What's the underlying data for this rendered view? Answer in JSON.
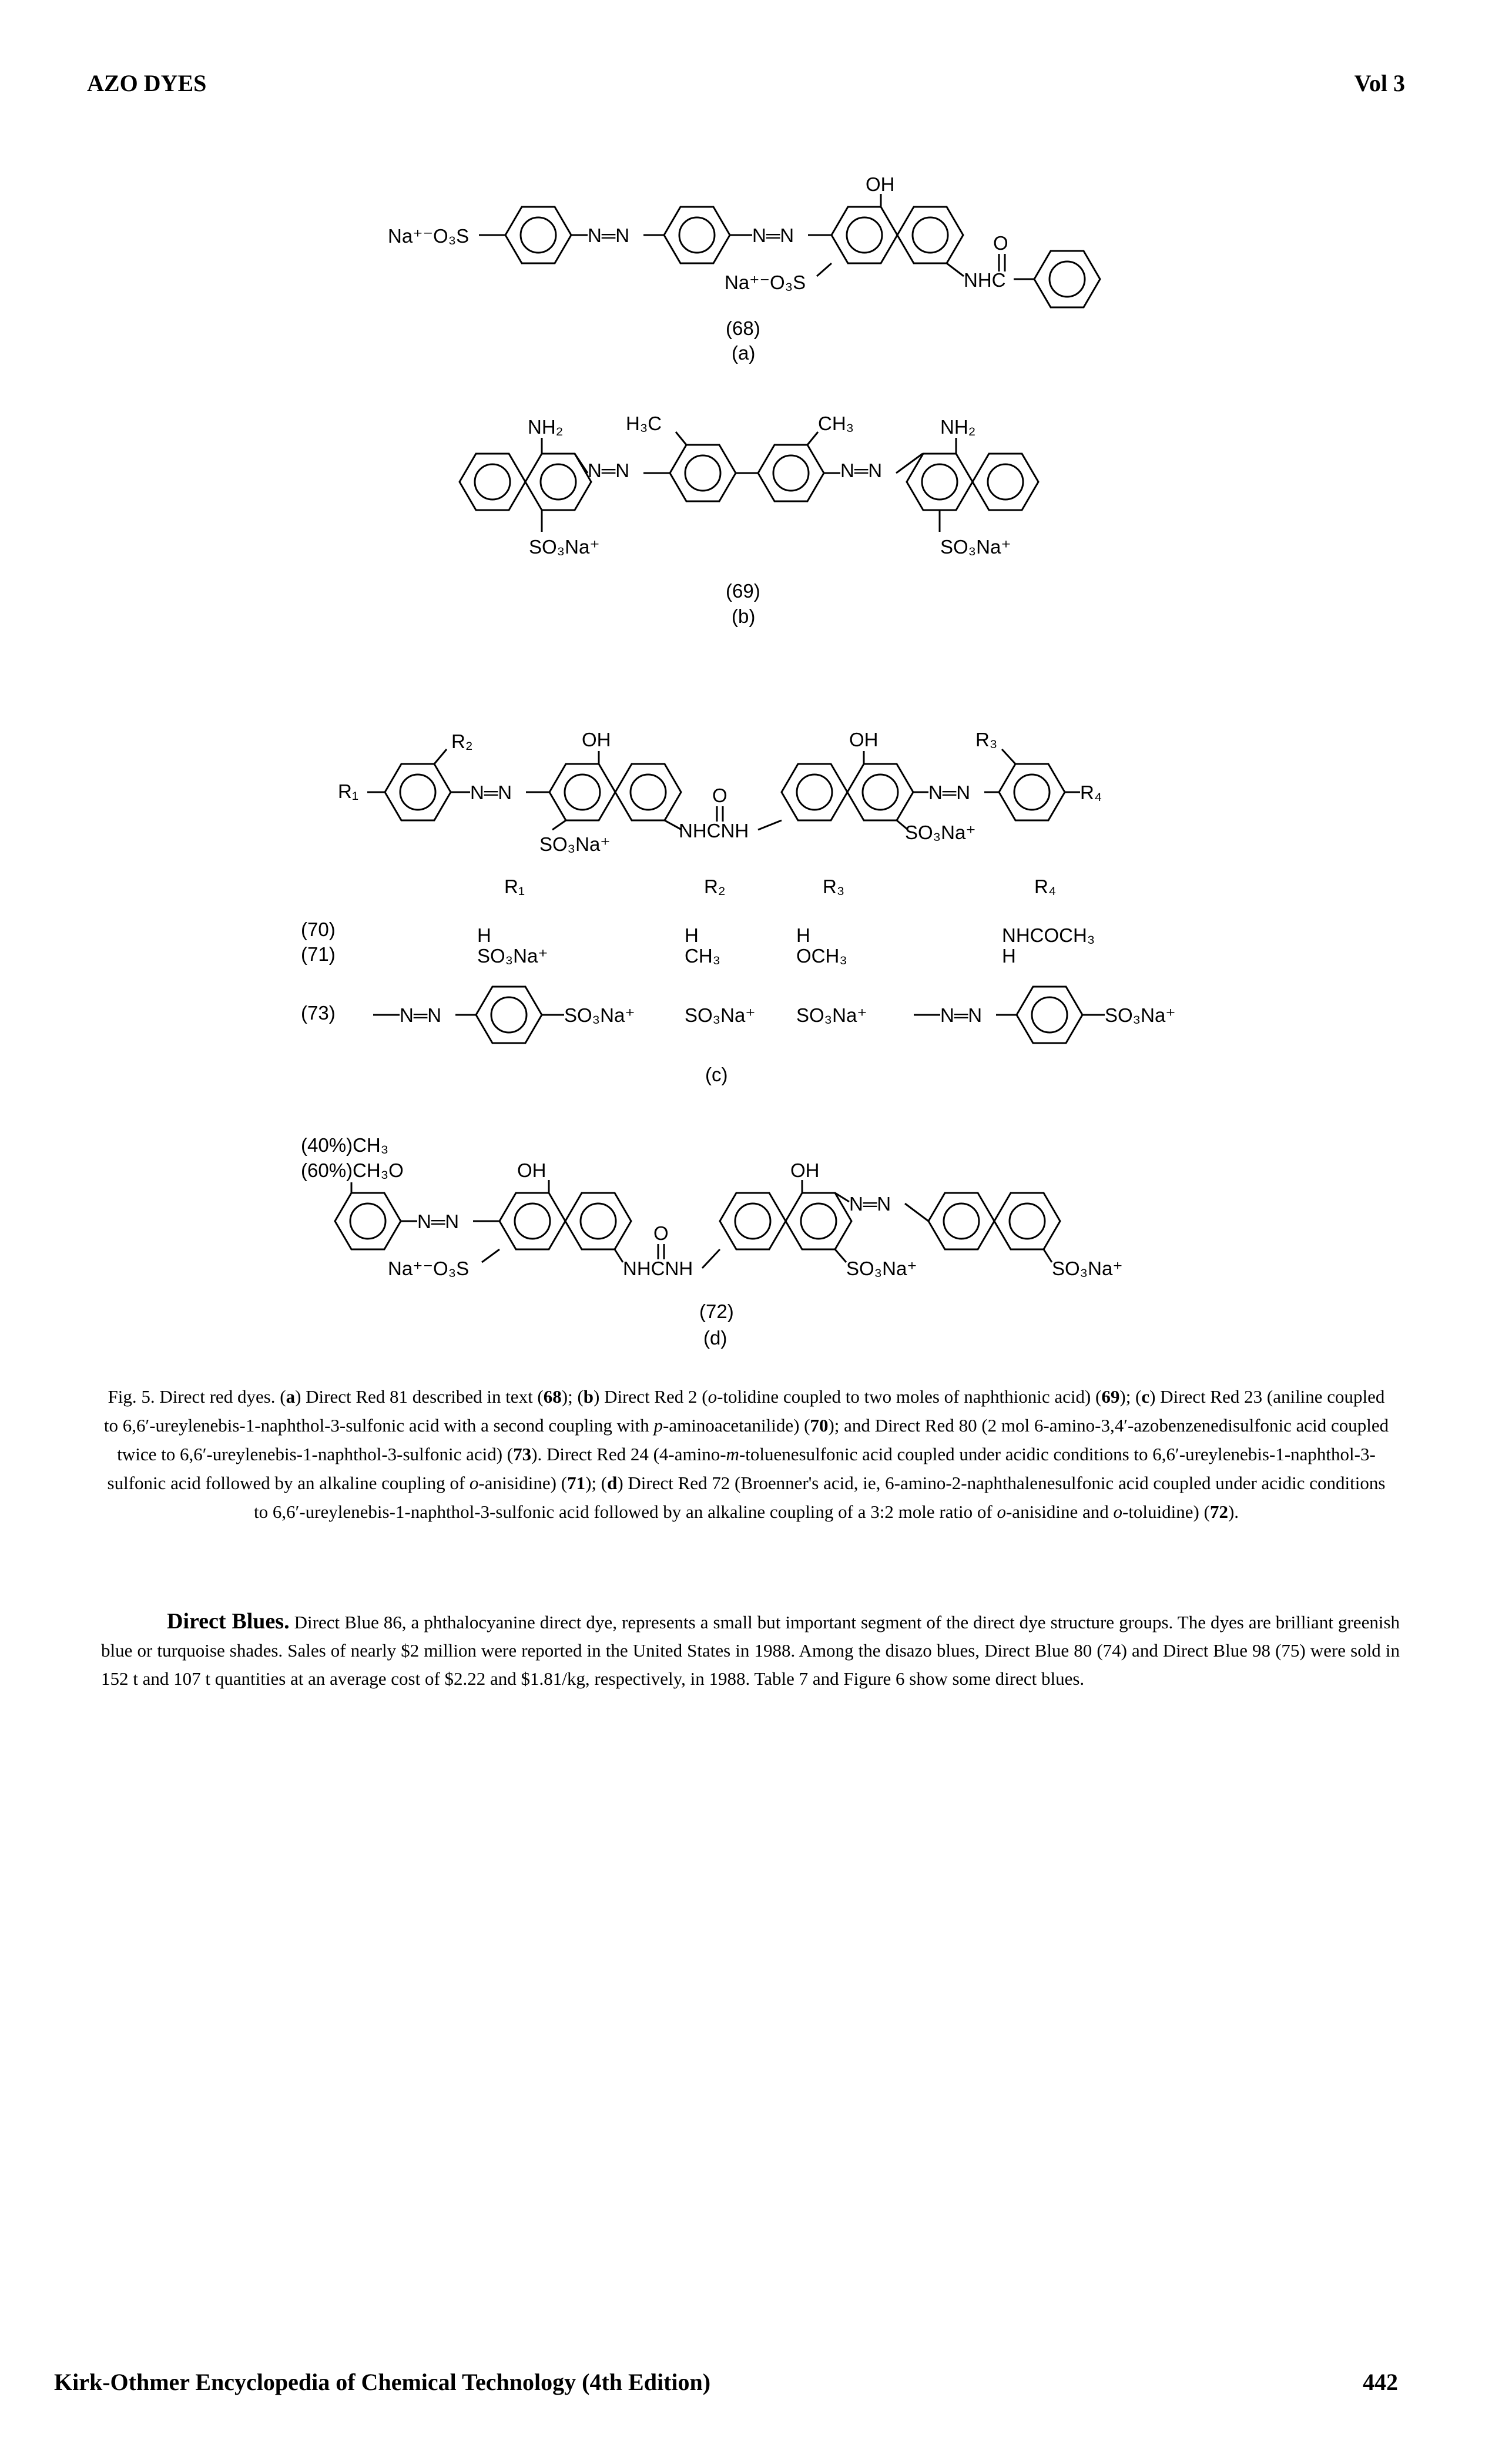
{
  "header": {
    "left": "AZO DYES",
    "right": "Vol 3"
  },
  "figure": {
    "labels": {
      "d68": "(68)",
      "a": "(a)",
      "d69": "(69)",
      "b": "(b)",
      "c": "(c)",
      "d72": "(72)",
      "d": "(d)"
    },
    "groups": {
      "oh": "OH",
      "o": "O",
      "n_eq_n": "N═N",
      "nhc": "NHC",
      "nhcnh": "NHCNH",
      "nh2": "NH₂",
      "h3c": "H₃C",
      "ch3": "CH₃",
      "na_o3s": "Na⁺⁻O₃S",
      "so3na": "SO₃Na⁺",
      "r1": "R₁",
      "r2": "R₂",
      "r3": "R₃",
      "r4": "R₄",
      "pct_ch3": "(40%)CH₃",
      "pct_ch3o": "(60%)CH₃O"
    },
    "table_c": {
      "columns": [
        "R₁",
        "R₂",
        "R₃",
        "R₄"
      ],
      "rows": [
        {
          "id": "(70)",
          "r1": "H",
          "r2": "H",
          "r3": "H",
          "r4": "NHCOCH₃"
        },
        {
          "id": "(71)",
          "r1": "SO₃Na⁺",
          "r2": "CH₃",
          "r3": "OCH₃",
          "r4": "H"
        },
        {
          "id": "(73)",
          "r2": "SO₃Na⁺",
          "r3": "SO₃Na⁺"
        }
      ]
    }
  },
  "caption": {
    "p1": "Fig. 5. Direct red dyes. (",
    "a": "a",
    "p2": ") Direct Red 81 described in text (",
    "n68": "68",
    "p3": "); (",
    "b": "b",
    "p4": ") Direct Red 2 (",
    "o1": "o",
    "p5": "-tolidine coupled to two moles of naphthionic acid) (",
    "n69": "69",
    "p6": "); (",
    "c": "c",
    "p7": ") Direct Red 23 (aniline coupled to 6,6′-ureylenebis-1-naphthol-3-sulfonic acid with a second coupling with ",
    "pp": "p",
    "p8": "-aminoacetanilide) (",
    "n70": "70",
    "p9": "); and Direct Red 80 (2 mol 6-amino-3,4′-azobenzenedisulfonic acid coupled twice to 6,6′-ureylenebis-1-naphthol-3-sulfonic acid) (",
    "n73": "73",
    "p10": "). Direct Red 24 (4-amino-",
    "m": "m",
    "p11": "-toluenesulfonic acid coupled under acidic conditions to 6,6′-ureylenebis-1-naphthol-3-sulfonic acid followed by an alkaline coupling of ",
    "o2": "o",
    "p12": "-anisidine) (",
    "n71": "71",
    "p13": "); (",
    "d": "d",
    "p14": ") Direct Red 72 (Broenner's acid, ie, 6-amino-2-naphthalenesulfonic acid coupled under acidic conditions to 6,6′-ureylenebis-1-naphthol-3-sulfonic acid followed by an alkaline coupling of a 3:2 mole ratio of ",
    "o3": "o",
    "p15": "-anisidine and ",
    "o4": "o",
    "p16": "-toluidine) (",
    "n72": "72",
    "p17": ")."
  },
  "section": {
    "heading": "Direct Blues.",
    "text": "Direct Blue 86, a phthalocyanine direct dye, represents a small but important segment of the direct dye structure groups. The dyes are brilliant greenish blue or turquoise shades. Sales of nearly $2 million were reported in the United States in 1988. Among the disazo blues, Direct Blue 80 (74) and Direct Blue 98 (75) were sold in 152 t and 107 t quantities at an average cost of $2.22 and $1.81/kg, respectively, in 1988. Table 7 and Figure 6 show some direct blues."
  },
  "footer": {
    "left": "Kirk-Othmer Encyclopedia of Chemical Technology (4th Edition)",
    "right": "442"
  }
}
